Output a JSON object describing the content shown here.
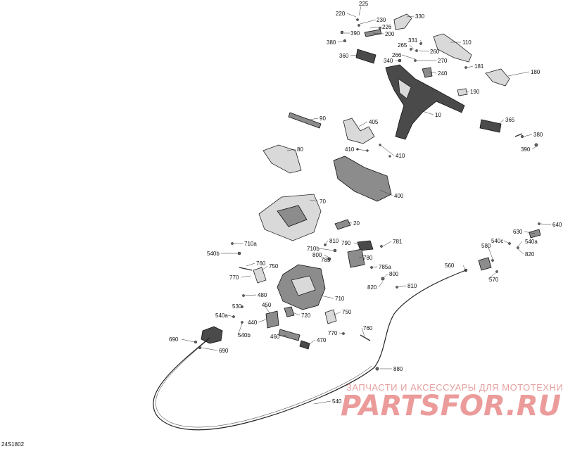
{
  "figure_code": "24S1802",
  "watermark": {
    "caption": "ЗАПЧАСТИ И АКСЕССУАРЫ ДЛЯ МОТОТЕХНИКИ",
    "logo": "PARTSFOR.RU"
  },
  "callouts": [
    {
      "id": "c225",
      "text": "225"
    },
    {
      "id": "c220",
      "text": "220"
    },
    {
      "id": "c230",
      "text": "230"
    },
    {
      "id": "c330",
      "text": "330"
    },
    {
      "id": "c226",
      "text": "226"
    },
    {
      "id": "c390a",
      "text": "390"
    },
    {
      "id": "c200",
      "text": "200"
    },
    {
      "id": "c380a",
      "text": "380"
    },
    {
      "id": "c331",
      "text": "331"
    },
    {
      "id": "c110",
      "text": "110"
    },
    {
      "id": "c265",
      "text": "265"
    },
    {
      "id": "c260",
      "text": "260"
    },
    {
      "id": "c360",
      "text": "360"
    },
    {
      "id": "c266",
      "text": "266"
    },
    {
      "id": "c340",
      "text": "340"
    },
    {
      "id": "c270",
      "text": "270"
    },
    {
      "id": "c181",
      "text": "181"
    },
    {
      "id": "c240",
      "text": "240"
    },
    {
      "id": "c180",
      "text": "180"
    },
    {
      "id": "c190",
      "text": "190"
    },
    {
      "id": "c10",
      "text": "10"
    },
    {
      "id": "c90",
      "text": "90"
    },
    {
      "id": "c405",
      "text": "405"
    },
    {
      "id": "c365",
      "text": "365"
    },
    {
      "id": "c380b",
      "text": "380"
    },
    {
      "id": "c410a",
      "text": "410"
    },
    {
      "id": "c410b",
      "text": "410"
    },
    {
      "id": "c390b",
      "text": "390"
    },
    {
      "id": "c80",
      "text": "80"
    },
    {
      "id": "c400",
      "text": "400"
    },
    {
      "id": "c70",
      "text": "70"
    },
    {
      "id": "c20",
      "text": "20"
    },
    {
      "id": "c640",
      "text": "640"
    },
    {
      "id": "c630",
      "text": "630"
    },
    {
      "id": "c540c",
      "text": "540c"
    },
    {
      "id": "c540a1",
      "text": "540a"
    },
    {
      "id": "c710a",
      "text": "710a"
    },
    {
      "id": "c810a",
      "text": "810"
    },
    {
      "id": "c790",
      "text": "790"
    },
    {
      "id": "c781",
      "text": "781"
    },
    {
      "id": "c580",
      "text": "580"
    },
    {
      "id": "c540b1",
      "text": "540b"
    },
    {
      "id": "c710b",
      "text": "710b"
    },
    {
      "id": "c820a",
      "text": "820"
    },
    {
      "id": "c800a",
      "text": "800"
    },
    {
      "id": "c780",
      "text": "780"
    },
    {
      "id": "c785",
      "text": "785"
    },
    {
      "id": "c760a",
      "text": "760"
    },
    {
      "id": "c785a",
      "text": "785a"
    },
    {
      "id": "c750a",
      "text": "750"
    },
    {
      "id": "c560",
      "text": "560"
    },
    {
      "id": "c770a",
      "text": "770"
    },
    {
      "id": "c800b",
      "text": "800"
    },
    {
      "id": "c570",
      "text": "570"
    },
    {
      "id": "c820b",
      "text": "820"
    },
    {
      "id": "c810b",
      "text": "810"
    },
    {
      "id": "c480",
      "text": "480"
    },
    {
      "id": "c710",
      "text": "710"
    },
    {
      "id": "c530",
      "text": "530"
    },
    {
      "id": "c450",
      "text": "450"
    },
    {
      "id": "c750b",
      "text": "750"
    },
    {
      "id": "c720",
      "text": "720"
    },
    {
      "id": "c540a2",
      "text": "540a"
    },
    {
      "id": "c440",
      "text": "440"
    },
    {
      "id": "c760b",
      "text": "760"
    },
    {
      "id": "c540b2",
      "text": "540b"
    },
    {
      "id": "c770b",
      "text": "770"
    },
    {
      "id": "c460",
      "text": "460"
    },
    {
      "id": "c470",
      "text": "470"
    },
    {
      "id": "c690a",
      "text": "690"
    },
    {
      "id": "c690b",
      "text": "690"
    },
    {
      "id": "c880",
      "text": "880"
    },
    {
      "id": "c540",
      "text": "540"
    }
  ]
}
